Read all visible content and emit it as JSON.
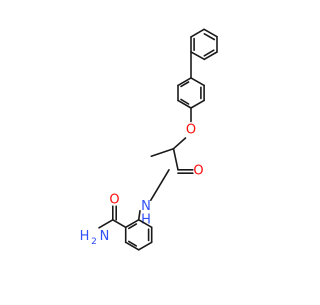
{
  "molecule": {
    "atoms": {
      "ether_oxygen": "O",
      "carbonyl_oxygen": "O",
      "amide_nitrogen": "N",
      "amide_nh_hydrogen": "H",
      "amide_carbonyl_oxygen": "O",
      "amine_nitrogen": "N",
      "amine_hydrogens": "H",
      "amine_h_subscript": "2"
    },
    "colors": {
      "bond": "#1a1a1a",
      "oxygen": "#ff0d0d",
      "nitrogen": "#3050f8",
      "background": "#ffffff"
    }
  }
}
